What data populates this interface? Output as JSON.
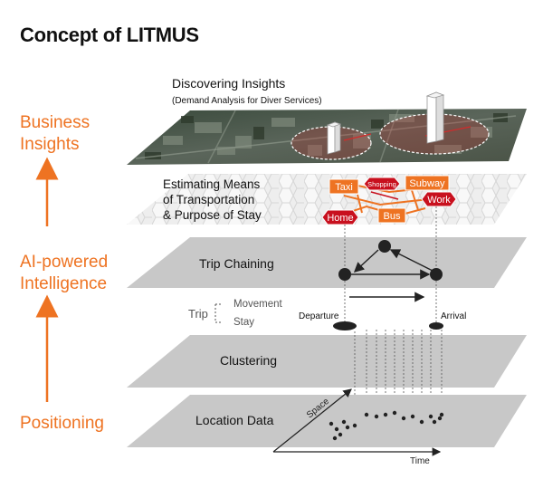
{
  "title": "Concept of LITMUS",
  "side_labels": {
    "business": [
      "Business",
      "Insights"
    ],
    "ai": [
      "AI-powered",
      "Intelligence"
    ],
    "positioning": "Positioning"
  },
  "layers": {
    "insights": {
      "title": "Discovering Insights",
      "subtitle": "(Demand Analysis for Diver Services)"
    },
    "transport": {
      "lines": [
        "Estimating Means",
        "of Transportation",
        "& Purpose of Stay"
      ]
    },
    "trip_chaining": "Trip Chaining",
    "clustering": "Clustering",
    "location": "Location Data"
  },
  "tags": {
    "taxi": "Taxi",
    "shopping": "Shopping",
    "subway": "Subway",
    "work": "Work",
    "home": "Home",
    "bus": "Bus"
  },
  "trip": {
    "label": "Trip",
    "movement": "Movement",
    "stay": "Stay",
    "departure": "Departure",
    "arrival": "Arrival"
  },
  "axes": {
    "space": "Space",
    "time": "Time"
  },
  "colors": {
    "accent": "#ee7322",
    "tag_red": "#c8101e",
    "tag_orange": "#ee7322",
    "layer_gray": "#c8c8c8"
  }
}
